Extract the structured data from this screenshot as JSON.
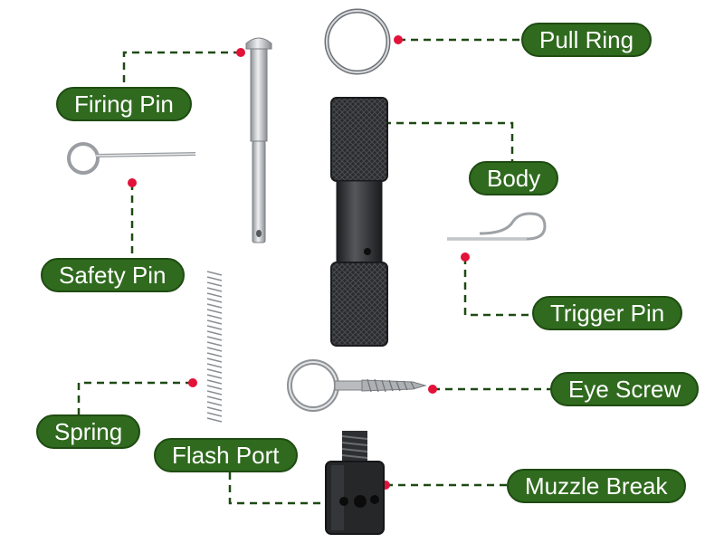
{
  "labels": {
    "pull_ring": "Pull Ring",
    "firing_pin": "Firing Pin",
    "body": "Body",
    "safety_pin": "Safety Pin",
    "trigger_pin": "Trigger Pin",
    "eye_screw": "Eye Screw",
    "spring": "Spring",
    "flash_port": "Flash Port",
    "muzzle_break": "Muzzle Break"
  },
  "colors": {
    "label_fill": "#2f6a1e",
    "label_border": "#1f4b12",
    "label_text": "#ffffff",
    "leader_line": "#1e4a14",
    "marker_dot": "#e3123a",
    "metal_silver": "#c7c9cc",
    "metal_black": "#2a2b2d"
  }
}
